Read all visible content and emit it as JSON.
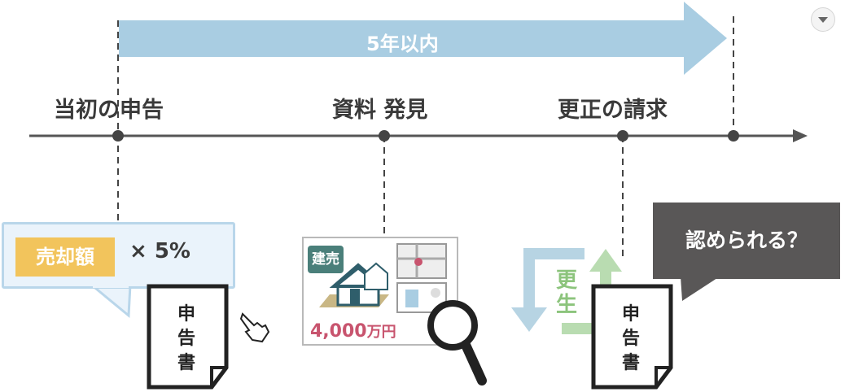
{
  "arrow": {
    "label": "5年以内",
    "color": "#a9cde2"
  },
  "timeline": {
    "events": [
      {
        "label": "当初の申告"
      },
      {
        "label": "資料 発見"
      },
      {
        "label": "更正の請求"
      }
    ]
  },
  "formula": {
    "tag": "売却額",
    "expression": "× 5%",
    "tag_color": "#f2c45c"
  },
  "documents": [
    {
      "lines": [
        "申",
        "告",
        "書"
      ]
    },
    {
      "lines": [
        "申",
        "告",
        "書"
      ]
    }
  ],
  "listing": {
    "badge": "建売",
    "price": "4,000",
    "unit": "万円",
    "badge_color": "#4a7f7a",
    "price_color": "#c8546e"
  },
  "correction": {
    "chars": [
      "更",
      "生"
    ],
    "color": "#8cc47c"
  },
  "question": {
    "text": "認められる？",
    "color": "#595757"
  },
  "icons": {
    "dropdown": "chevron-down-icon",
    "pointer": "hand-pointer-icon",
    "magnifier": "magnifier-icon",
    "house": "house-icon",
    "map": "map-icon",
    "cycle": "cycle-arrows-icon"
  }
}
